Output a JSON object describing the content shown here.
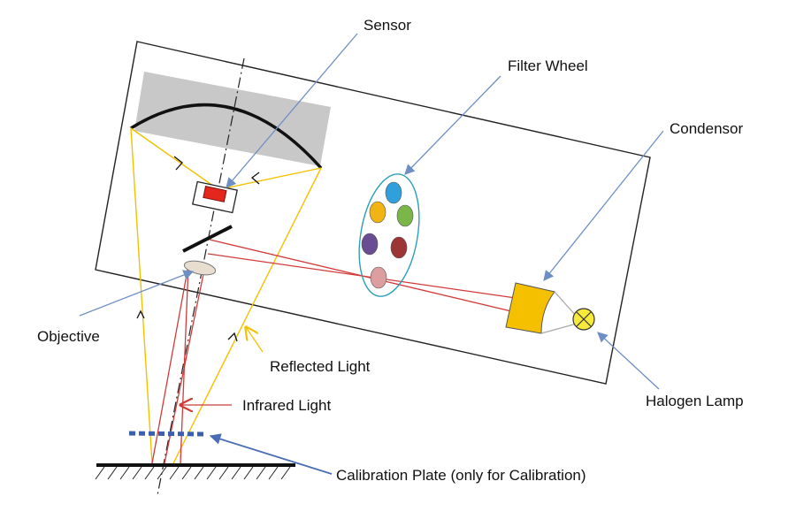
{
  "labels": {
    "sensor": "Sensor",
    "filter_wheel": "Filter Wheel",
    "condensor": "Condensor",
    "objective": "Objective",
    "reflected_light": "Reflected Light",
    "infrared_light": "Infrared Light",
    "halogen_lamp": "Halogen Lamp",
    "calibration_plate": "Calibration Plate (only for Calibration)"
  },
  "colors": {
    "reflected_ray": "#f2c200",
    "infrared_ray": "#d23a3a",
    "pointer": "#6f8fc4",
    "filter_outline": "#2aa0b8",
    "mirror_fill": "#c8c8c8",
    "sensor_red": "#e4261c",
    "condensor_fill": "#f5c000",
    "lamp_fill": "#f7ea3a",
    "calibration_plate": "#3a5fb0"
  },
  "filters": [
    {
      "color": "#2fa0dc"
    },
    {
      "color": "#f2b315"
    },
    {
      "color": "#7ab648"
    },
    {
      "color": "#6a4c93"
    },
    {
      "color": "#9c3535"
    },
    {
      "color": "#dc9e9e"
    }
  ]
}
